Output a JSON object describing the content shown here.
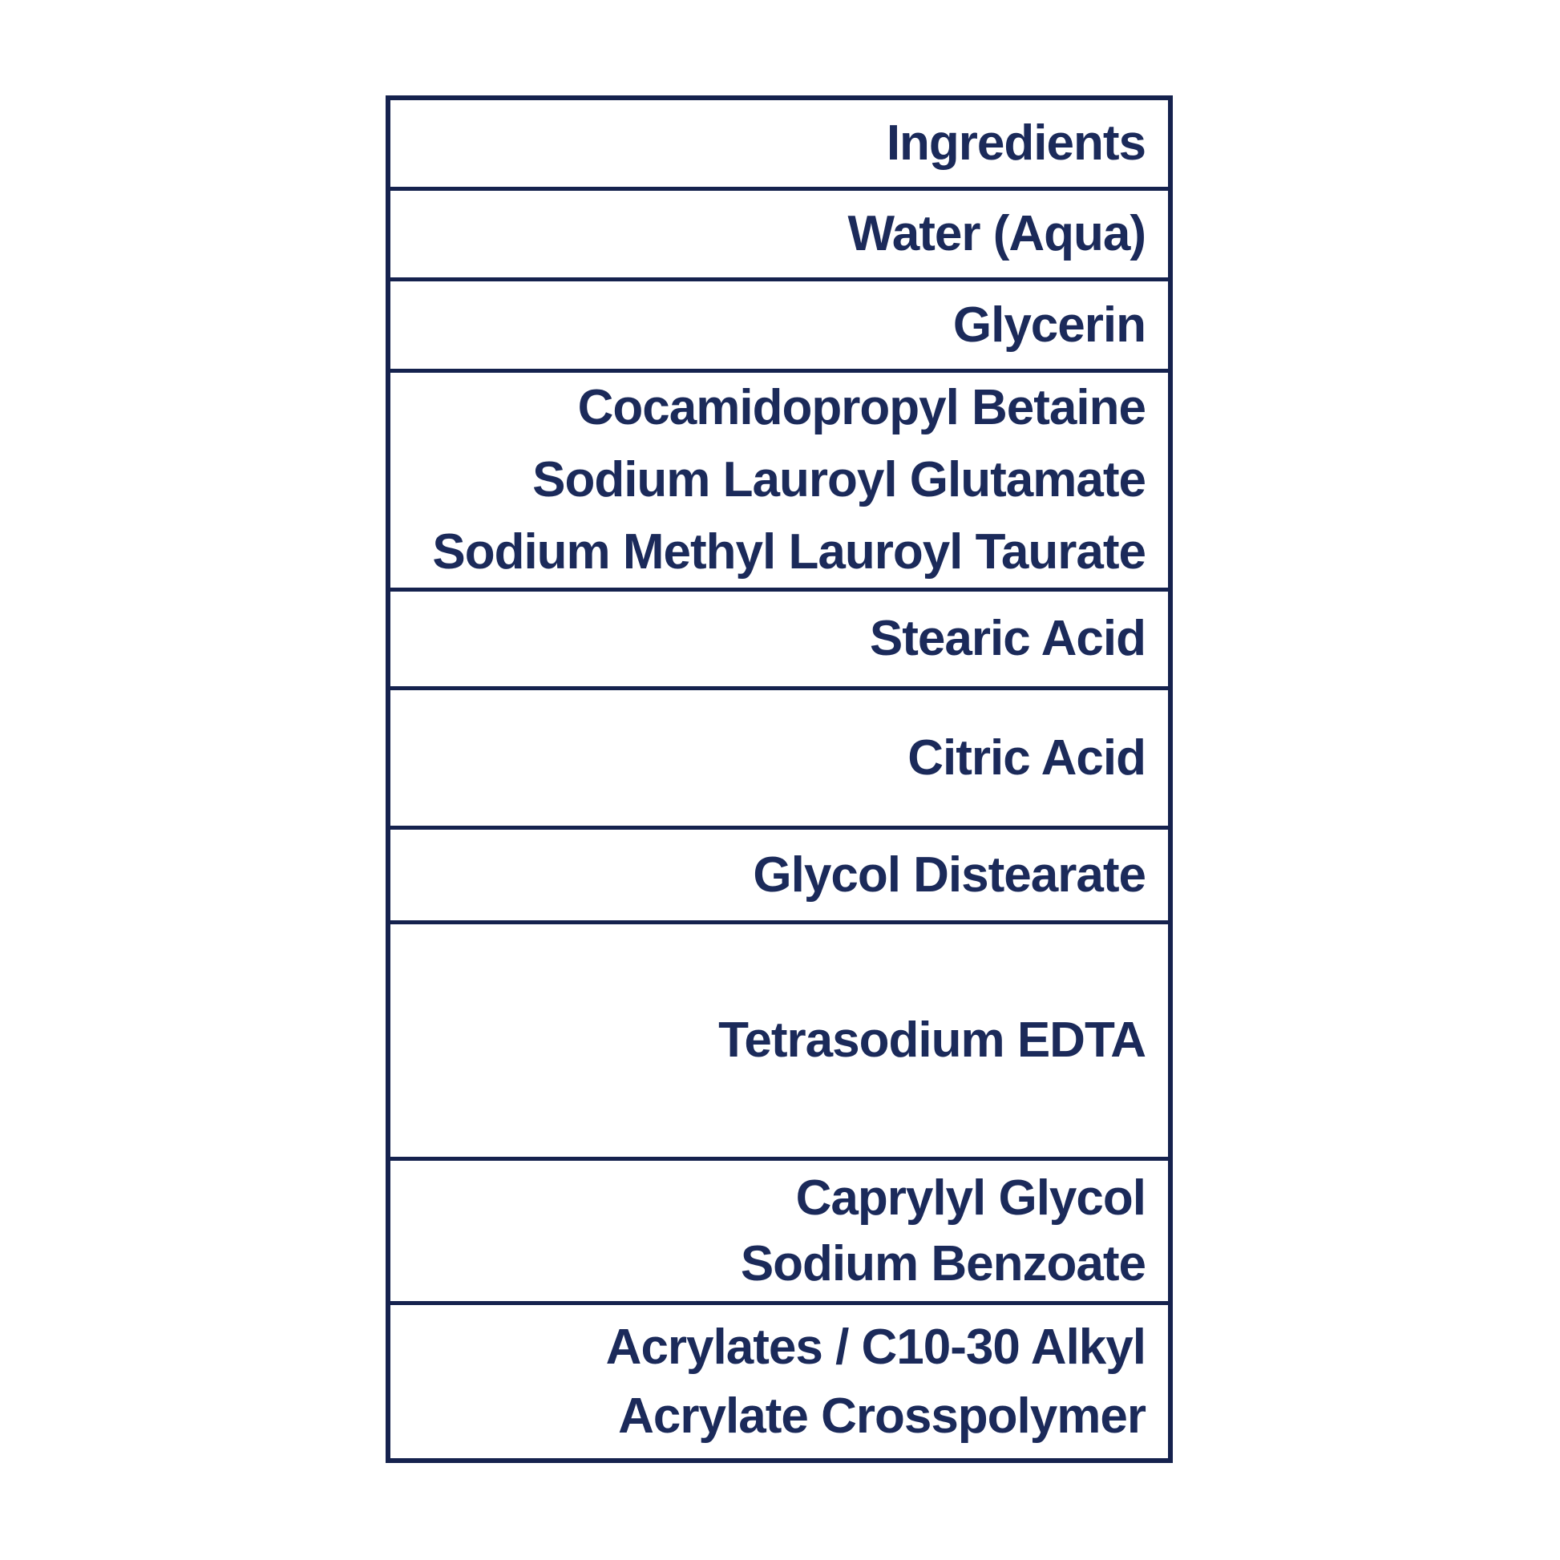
{
  "table": {
    "title": "Ingredients",
    "rows": [
      {
        "name": "water",
        "lines": [
          "Water (Aqua)"
        ]
      },
      {
        "name": "glycerin",
        "lines": [
          "Glycerin"
        ]
      },
      {
        "name": "surfactants",
        "lines": [
          "Cocamidopropyl Betaine",
          "Sodium Lauroyl Glutamate",
          "Sodium Methyl Lauroyl Taurate"
        ]
      },
      {
        "name": "stearic-acid",
        "lines": [
          "Stearic Acid"
        ]
      },
      {
        "name": "citric-acid",
        "lines": [
          "Citric Acid"
        ]
      },
      {
        "name": "glycol-distearate",
        "lines": [
          "Glycol Distearate"
        ]
      },
      {
        "name": "tetrasodium-edta",
        "lines": [
          "Tetrasodium EDTA"
        ]
      },
      {
        "name": "preservatives",
        "lines": [
          "Caprylyl Glycol",
          "Sodium Benzoate"
        ]
      },
      {
        "name": "acrylates-crosspolymer",
        "lines": [
          "Acrylates / C10-30 Alkyl",
          "Acrylate Crosspolymer"
        ]
      }
    ],
    "colors": {
      "ink": "#1b2a5a",
      "border": "#15224e",
      "background": "#ffffff"
    }
  }
}
